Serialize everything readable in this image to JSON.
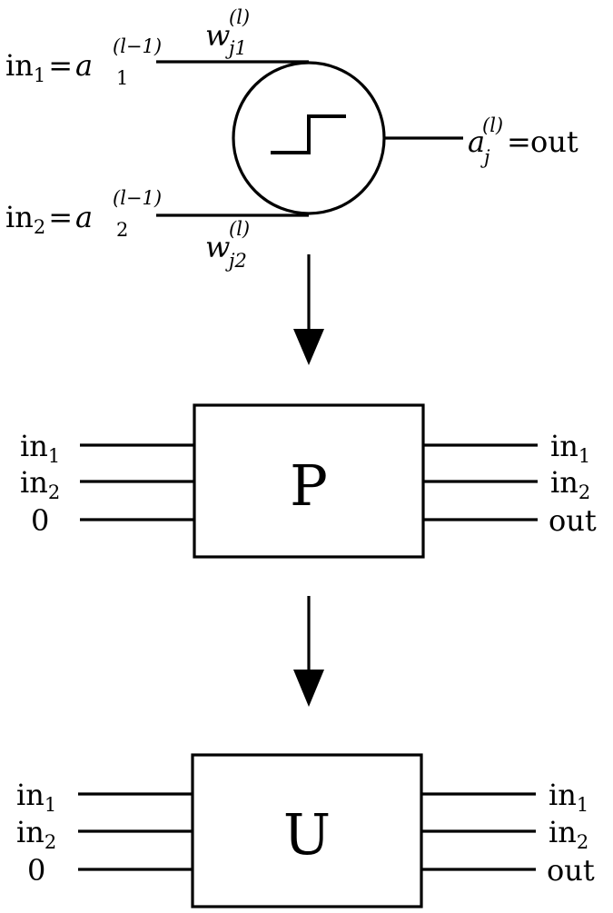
{
  "neuron": {
    "input1": {
      "lhs_base": "in",
      "lhs_sub": "1",
      "eq": "=",
      "rhs_base": "a",
      "rhs_sup": "(l−1)",
      "rhs_sub": "1"
    },
    "input2": {
      "lhs_base": "in",
      "lhs_sub": "2",
      "eq": "=",
      "rhs_base": "a",
      "rhs_sup": "(l−1)",
      "rhs_sub": "2"
    },
    "weight1": {
      "base": "w",
      "sup": "(l)",
      "sub": "j1"
    },
    "weight2": {
      "base": "w",
      "sup": "(l)",
      "sub": "j2"
    },
    "output": {
      "base": "a",
      "sup": "(l)",
      "sub": "j",
      "eq": "=",
      "rhs": "out"
    },
    "activation_icon": "step-function-icon"
  },
  "blocks": [
    {
      "label": "P",
      "inputs": [
        {
          "base": "in",
          "sub": "1"
        },
        {
          "base": "in",
          "sub": "2"
        },
        {
          "base": "0",
          "sub": ""
        }
      ],
      "outputs": [
        {
          "base": "in",
          "sub": "1"
        },
        {
          "base": "in",
          "sub": "2"
        },
        {
          "base": "out",
          "sub": ""
        }
      ]
    },
    {
      "label": "U",
      "inputs": [
        {
          "base": "in",
          "sub": "1"
        },
        {
          "base": "in",
          "sub": "2"
        },
        {
          "base": "0",
          "sub": ""
        }
      ],
      "outputs": [
        {
          "base": "in",
          "sub": "1"
        },
        {
          "base": "in",
          "sub": "2"
        },
        {
          "base": "out",
          "sub": ""
        }
      ]
    }
  ]
}
